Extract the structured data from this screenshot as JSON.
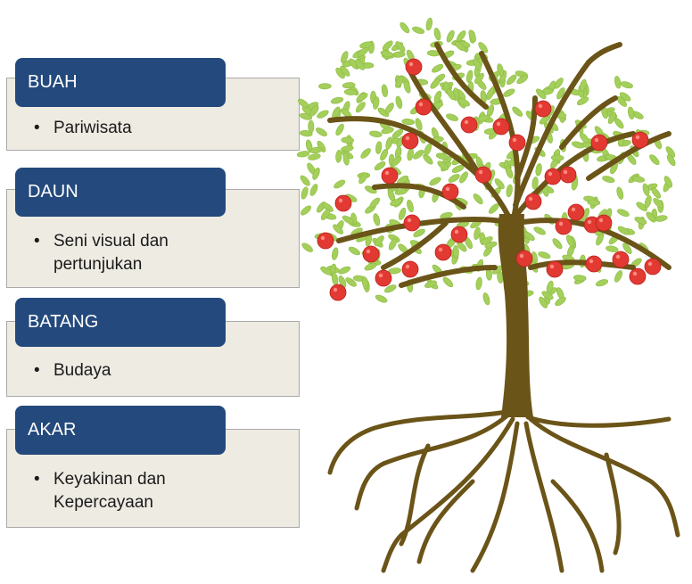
{
  "sections": [
    {
      "label": "BUAH",
      "bullet": "•",
      "text": "Pariwisata"
    },
    {
      "label": "DAUN",
      "bullet": "•",
      "text": "Seni visual dan pertunjukan"
    },
    {
      "label": "BATANG",
      "bullet": "•",
      "text": "Budaya"
    },
    {
      "label": "AKAR",
      "bullet": "•",
      "text": "Keyakinan dan Kepercayaan"
    }
  ],
  "colors": {
    "tab": "#24497c",
    "card": "#eeebe3",
    "trunk": "#6b5418",
    "leaf": "#a3cf5a",
    "fruit": "#e23a33"
  },
  "illustration": {
    "name": "apple-tree-with-roots"
  }
}
